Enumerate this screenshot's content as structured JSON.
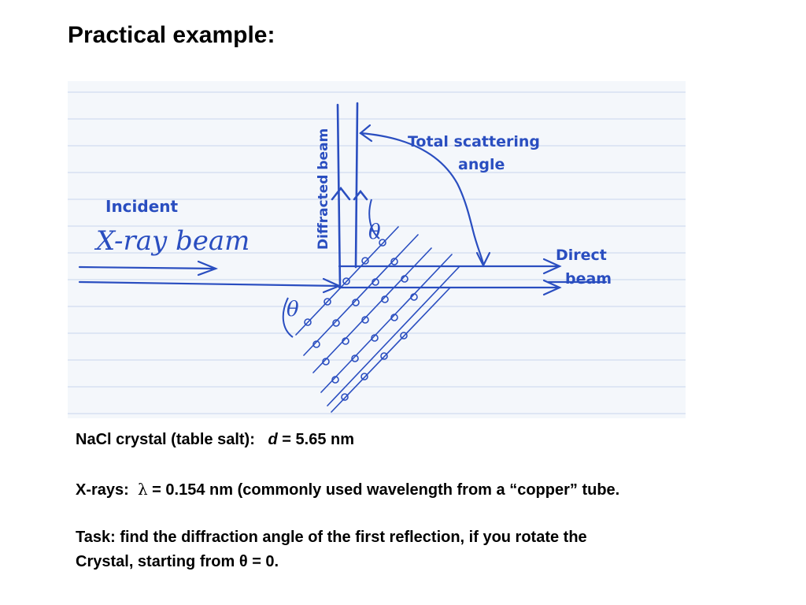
{
  "title": "Practical example:",
  "figure": {
    "labels": {
      "incident": "Incident",
      "xray_beam": "X-ray beam",
      "diffracted_beam": "Diffracted beam",
      "total_scattering": "Total scattering",
      "angle": "angle",
      "direct": "Direct",
      "beam": "beam",
      "theta": "θ"
    },
    "colors": {
      "ink": "#2a4ec0",
      "paper": "#f4f7fb",
      "ruled_line": "#c9d6ec"
    }
  },
  "text": {
    "line1_prefix": "NaCl crystal (table salt):",
    "line1_var": "d",
    "line1_value": " = 5.65 nm",
    "line2_prefix": "X-rays:",
    "line2_symbol": "λ",
    "line2_rest": " = 0.154 nm (commonly used wavelength from a “copper” tube.",
    "line3": "Task: find the diffraction angle of the first reflection, if you rotate the",
    "line4": "Crystal, starting from θ = 0."
  }
}
